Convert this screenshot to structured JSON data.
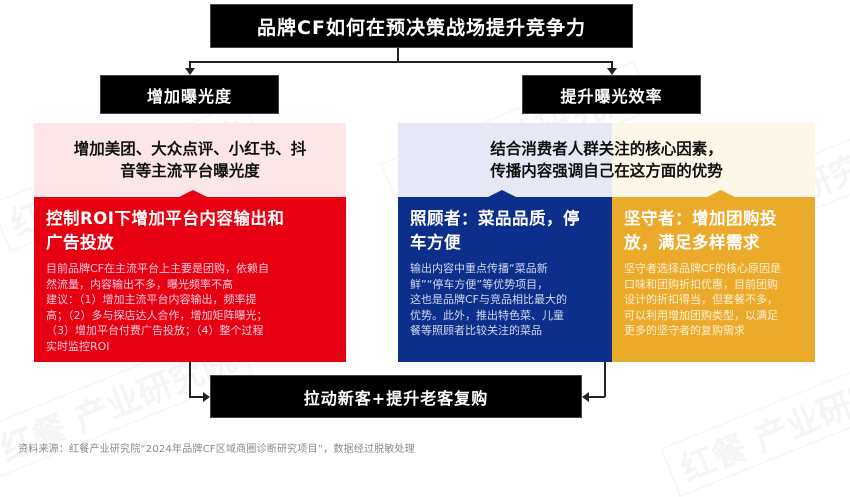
{
  "title": "品牌CF如何在预决策战场提升竞争力",
  "branches": {
    "left": {
      "heading": "增加曝光度",
      "summary": "增加美团、大众点评、小红书、抖音等主流平台曝光度",
      "summary_lines": [
        "增加美团、大众点评、小红书、抖",
        "音等主流平台曝光度"
      ],
      "card": {
        "title_lines": [
          "控制ROI下增加平台内容输出和",
          "广告投放"
        ],
        "body_lines": [
          "目前品牌CF在主流平台上主要是团购，依赖自",
          "然流量，内容输出不多，曝光频率不高",
          "建议：（1）增加主流平台内容输出，频率提",
          "高；（2）多与探店达人合作，增加矩阵曝光；",
          "（3）增加平台付费广告投放；（4）整个过程",
          "实时监控ROI"
        ],
        "color": "#e60012"
      }
    },
    "right": {
      "heading": "提升曝光效率",
      "summary_lines": [
        "结合消费者人群关注的核心因素，",
        "传播内容强调自己在这方面的优势"
      ],
      "cards": [
        {
          "title_lines": [
            "照顾者：菜品品质，停",
            "车方便"
          ],
          "body_lines": [
            "输出内容中重点传播“菜品新",
            "鲜”“停车方便”等优势项目，",
            "这也是品牌CF与竞品相比最大的",
            "优势。此外，推出特色菜、儿童",
            "餐等照顾者比较关注的菜品"
          ],
          "color": "#0d2f8c"
        },
        {
          "title_lines": [
            "坚守者：增加团购投",
            "放，满足多样需求"
          ],
          "body_lines": [
            "坚守者选择品牌CF的核心原因是",
            "口味和团购折扣优惠，目前团购",
            "设计的折扣得当，但套餐不多，",
            "可以利用增加团购类型，以满足",
            "更多的坚守者的复购需求"
          ],
          "color": "#ecaa2b"
        }
      ]
    }
  },
  "outcome": "拉动新客+提升老客复购",
  "source": "资料来源：红餐产业研究院“2024年品牌CF区域商圈诊断研究项目”，数据经过脱敏处理",
  "watermark": "红餐 产业研究院"
}
